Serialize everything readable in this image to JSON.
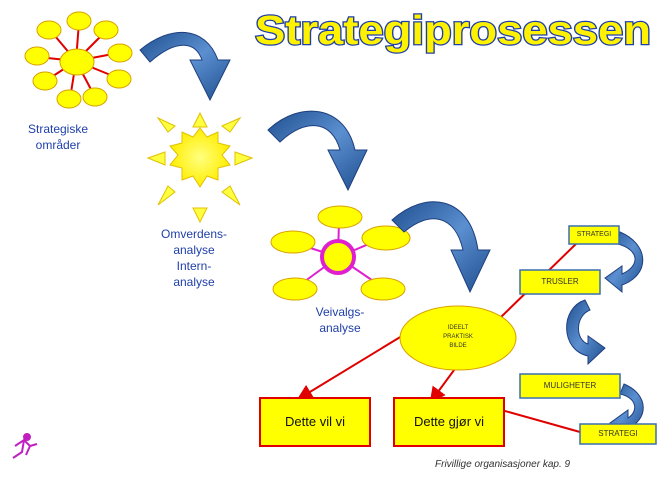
{
  "title": "Strategiprosessen",
  "labels": {
    "strategiske": "Strategiske",
    "omrader": "områder",
    "omverdens": "Omverdens-",
    "analyse1": "analyse",
    "intern": "Intern-",
    "analyse2": "analyse",
    "veivalgs": "Veivalgs-",
    "analyse3": "analyse"
  },
  "center_oval": [
    "IDEELT",
    "PRAKTISK",
    "BILDE"
  ],
  "boxes": {
    "dette_vil_vi": "Dette vil vi",
    "dette_gjor_vi": "Dette gjør vi",
    "strategi_top": "STRATEGI",
    "trusler": "TRUSLER",
    "muligheter": "MULIGHETER",
    "strategi_bottom": "STRATEGI"
  },
  "footer": "Frivillige organisasjoner kap. 9",
  "colors": {
    "title_fill": "#fff200",
    "title_stroke": "#1f3fa8",
    "yellow": "#ffff00",
    "box_border_red": "#e00000",
    "arrow_blue": "#3a6fb0",
    "label_blue": "#1f3fa8",
    "magenta": "#e020d0"
  }
}
